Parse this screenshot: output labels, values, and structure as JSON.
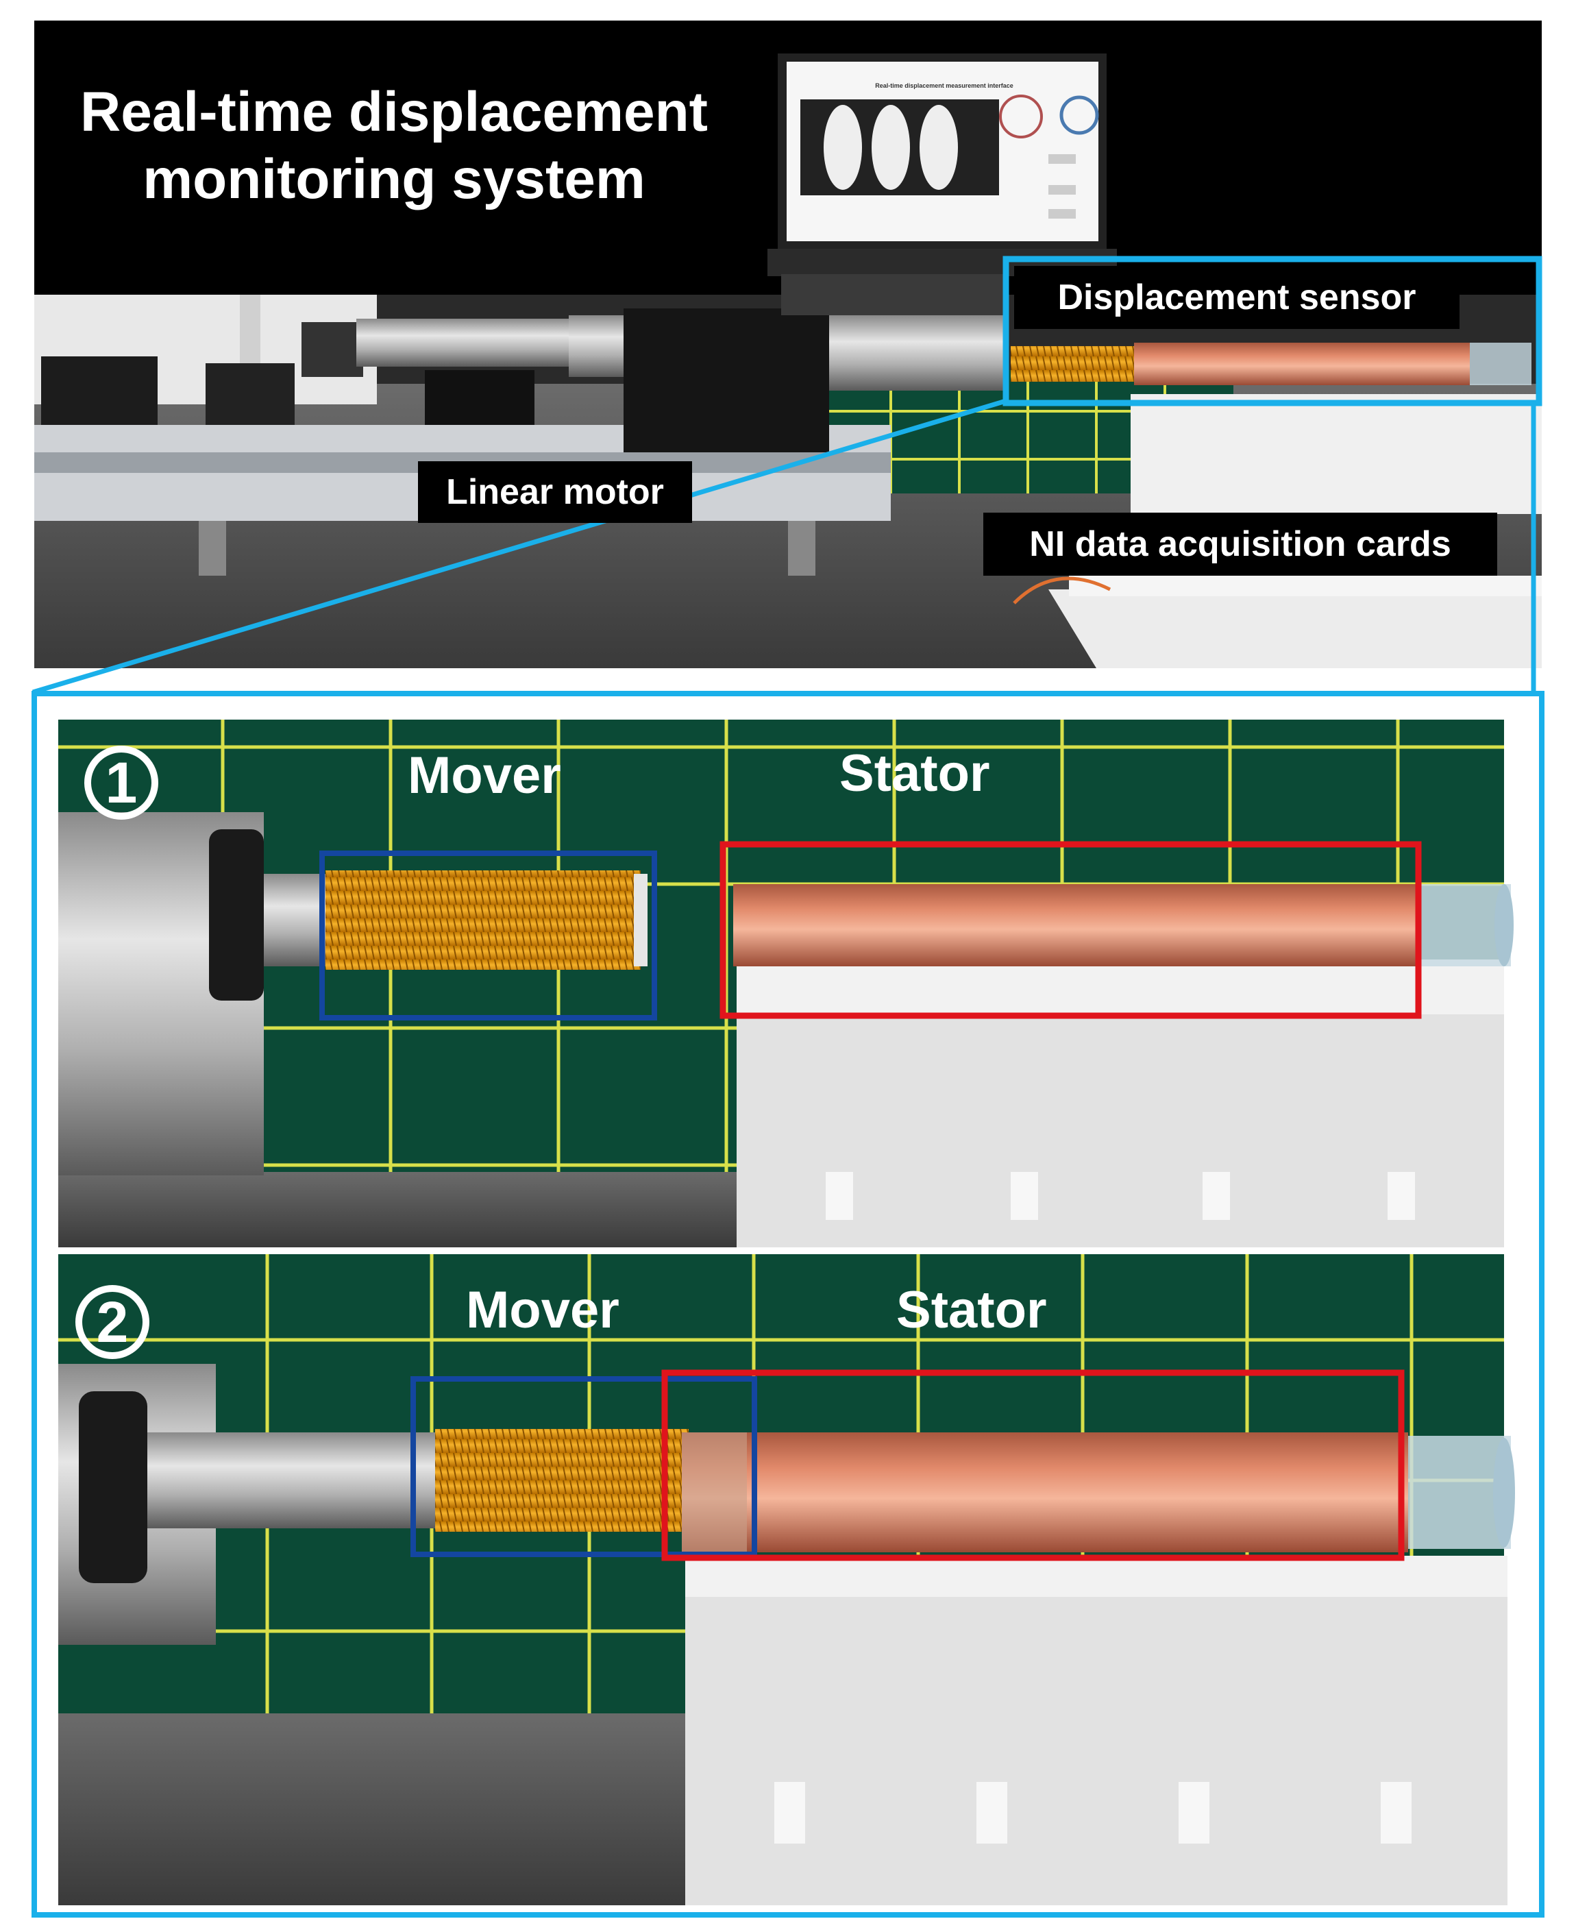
{
  "title": {
    "line1": "Real-time displacement",
    "line2": "monitoring system"
  },
  "labels": {
    "displacement_sensor": "Displacement sensor",
    "linear_motor": "Linear motor",
    "ni_cards": "NI data acquisition cards"
  },
  "screen": {
    "heading": "Real-time displacement measurement interface"
  },
  "panel1": {
    "number": "1",
    "mover": "Mover",
    "stator": "Stator"
  },
  "panel2": {
    "number": "2",
    "mover": "Mover",
    "stator": "Stator"
  },
  "colors": {
    "accent": "#1ab0ea",
    "mover_box": "#1446a0",
    "stator_box": "#e0141c",
    "grid_green": "#0b4a36",
    "grid_line": "#d8e04a"
  }
}
